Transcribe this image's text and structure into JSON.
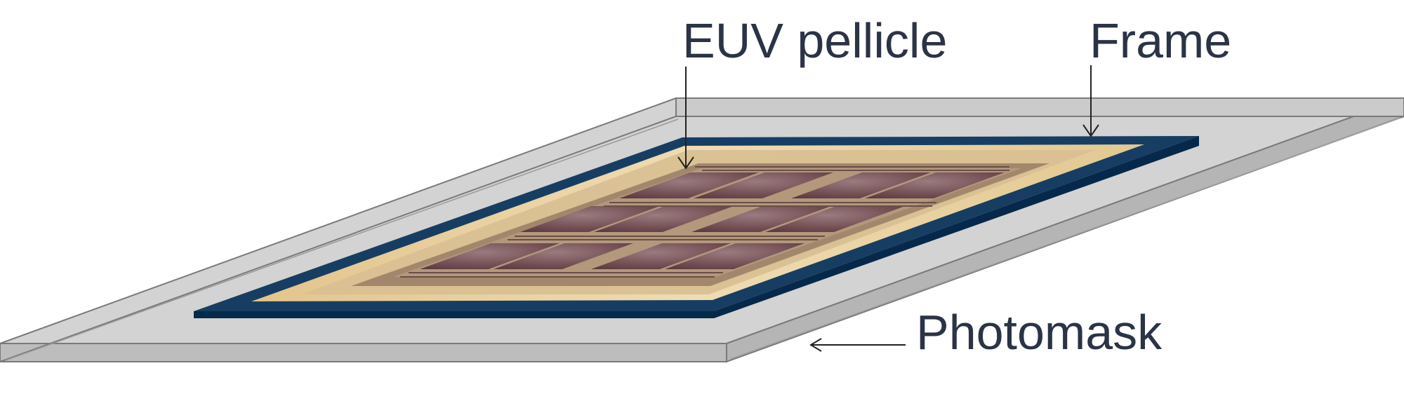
{
  "labels": {
    "pellicle": "EUV pellicle",
    "frame": "Frame",
    "photomask": "Photomask"
  },
  "colors": {
    "glass_top": "#d3d3d3",
    "glass_side": "#bababa",
    "glass_edge": "#7a7a7a",
    "frame_top": "#173e62",
    "frame_side": "#052a4a",
    "pellicle_outer": "#e6cc96",
    "pellicle_mid": "#c8ad83",
    "pattern_bg": "#9c8064",
    "die": "#6e4a4f",
    "text": "#2b3346",
    "arrow": "#222222"
  }
}
